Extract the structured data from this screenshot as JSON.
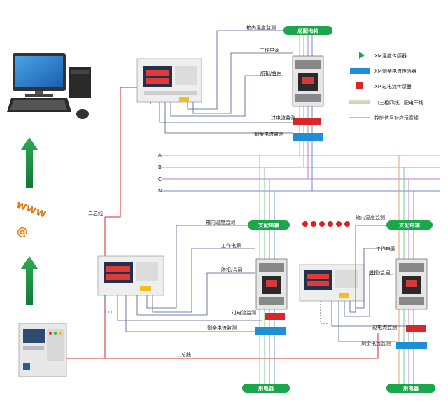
{
  "legend": {
    "temp_sensor": "XM温度传感器",
    "residual_sensor": "XM剩余电流传感器",
    "over_current_sensor": "XM过电流传感器",
    "main_line": "（三相四线）配电干线",
    "control_line": "控制信号对应示意线"
  },
  "top": {
    "box_pill": "总配电箱",
    "temp_label": "箱内温度监测",
    "power_label": "工作电源",
    "trip_label": "脱扣/合闸",
    "over_label": "过电流监测",
    "residual_label": "剩余电流监测"
  },
  "phases": [
    "A",
    "B",
    "C",
    "N"
  ],
  "left_branch": {
    "box_pill": "支配电箱",
    "temp_label": "箱内温度监测",
    "power_label": "工作电源",
    "trip_label": "脱扣/合闸",
    "over_label": "过电流监测",
    "residual_label": "剩余电流监测",
    "load_pill": "用电器"
  },
  "right_branch": {
    "box_pill": "支配电箱",
    "temp_label": "箱内温度监测",
    "power_label": "工作电源",
    "trip_label": "脱扣/合闸",
    "over_label": "过电流监测",
    "residual_label": "剩余电流监测",
    "load_pill": "用电器"
  },
  "bus_label_1": "二总线",
  "bus_label_2": "二总线",
  "www_text": "www",
  "at_text": "@",
  "colors": {
    "green_pill": "#1aa64a",
    "blue_sensor": "#1e8fd6",
    "red_sensor": "#d9262b",
    "phase_a": "#e8a07a",
    "phase_b": "#6fcf7c",
    "phase_c": "#b97fd0",
    "phase_n": "#6a8fc0",
    "signal": "#4a5a8a",
    "bus": "#d9262b"
  }
}
